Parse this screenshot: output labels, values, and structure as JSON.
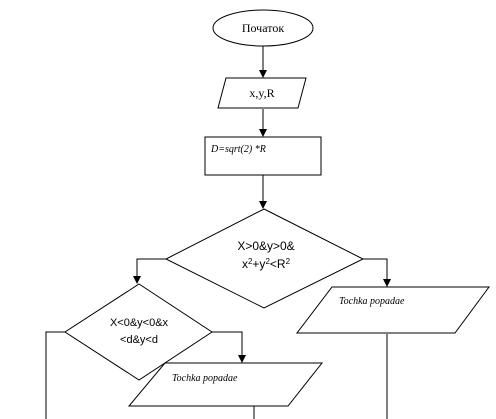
{
  "nodes": {
    "start": "Початок",
    "input_label": "x,y,R",
    "process_label": "D=sqrt(2) *R",
    "decision1": {
      "line1": "X>0&y>0&",
      "line2_base_x": "x",
      "line2_sup_x": "2",
      "line2_plus": "+y",
      "line2_sup_y": "2",
      "line2_lt": "<R",
      "line2_sup_r": "2"
    },
    "output_right": "Tochka popadae",
    "decision2": {
      "line1": "X<0&y<0&x",
      "line2": "<d&y<d"
    },
    "output_lower": "Tochka popadae"
  }
}
